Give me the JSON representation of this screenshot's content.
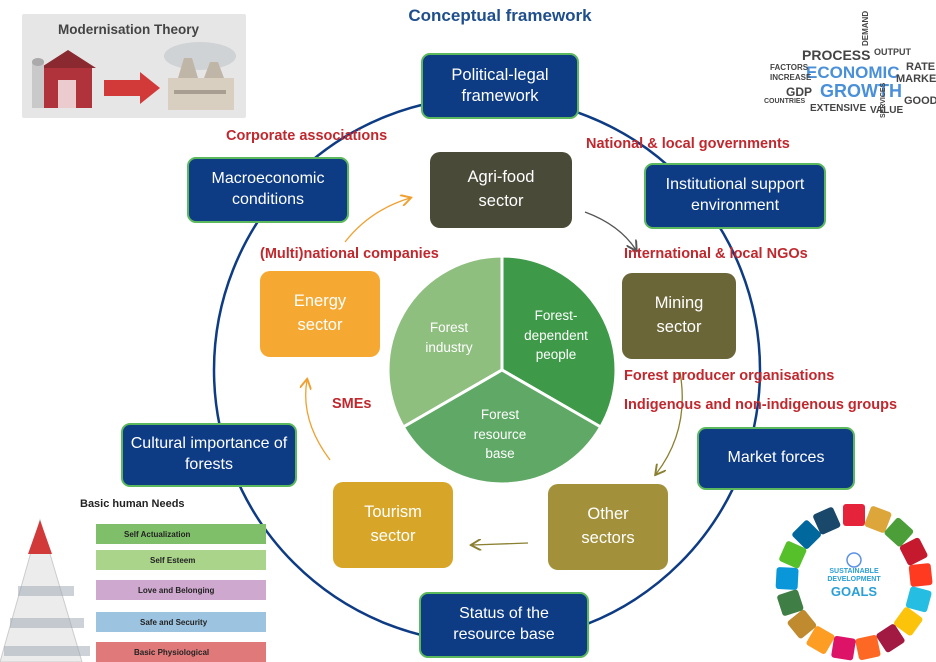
{
  "title": "Conceptual framework",
  "context_boxes": {
    "political_legal": "Political-legal framework",
    "institutional": "Institutional support environment",
    "market_forces": "Market forces",
    "status_resource": "Status of the resource base",
    "cultural": "Cultural importance of forests",
    "macroeconomic": "Macroeconomic conditions"
  },
  "sectors": {
    "agri_food": "Agri-food sector",
    "mining": "Mining sector",
    "other": "Other sectors",
    "tourism": "Tourism sector",
    "energy": "Energy sector"
  },
  "actors": {
    "corporate": "Corporate associations",
    "national_local_gov": "National & local governments",
    "multinational": "(Multi)national companies",
    "ngos": "International & local NGOs",
    "smes": "SMEs",
    "producer_orgs": "Forest producer organisations",
    "indigenous": "Indigenous and non-indigenous groups"
  },
  "pie": {
    "forest_industry": "Forest industry",
    "forest_dependent": "Forest-dependent people",
    "resource_base": "Forest resource base"
  },
  "modernisation": {
    "title": "Modernisation Theory"
  },
  "word_cloud": {
    "words": [
      "PROCESS",
      "ECONOMIC",
      "GROWTH",
      "GDP",
      "EXTENSIVE",
      "VALUE",
      "GOODS",
      "RATE",
      "MARKET",
      "OUTPUT",
      "FACTORS",
      "INCREASE",
      "COUNTRIES",
      "SERVICES",
      "DEMAND"
    ]
  },
  "maslow": {
    "title": "Basic human Needs",
    "levels": [
      "Self Actualization",
      "Self Esteem",
      "Love and Belonging",
      "Safe and Security",
      "Basic Physiological"
    ]
  },
  "sdg": {
    "line1": "SUSTAINABLE",
    "line2": "DEVELOPMENT",
    "line3": "GOALS"
  },
  "colors": {
    "navy": "#0d3b84",
    "green_border": "#5cb85c",
    "agri_food": "#4a4a38",
    "mining": "#6b6638",
    "other": "#a3903a",
    "tourism": "#d7a628",
    "energy": "#f5a933",
    "actor_text": "#c0282e",
    "pie_industry": "#8fbf7f",
    "pie_dependent": "#3e9a48",
    "pie_resource": "#5fa865"
  }
}
